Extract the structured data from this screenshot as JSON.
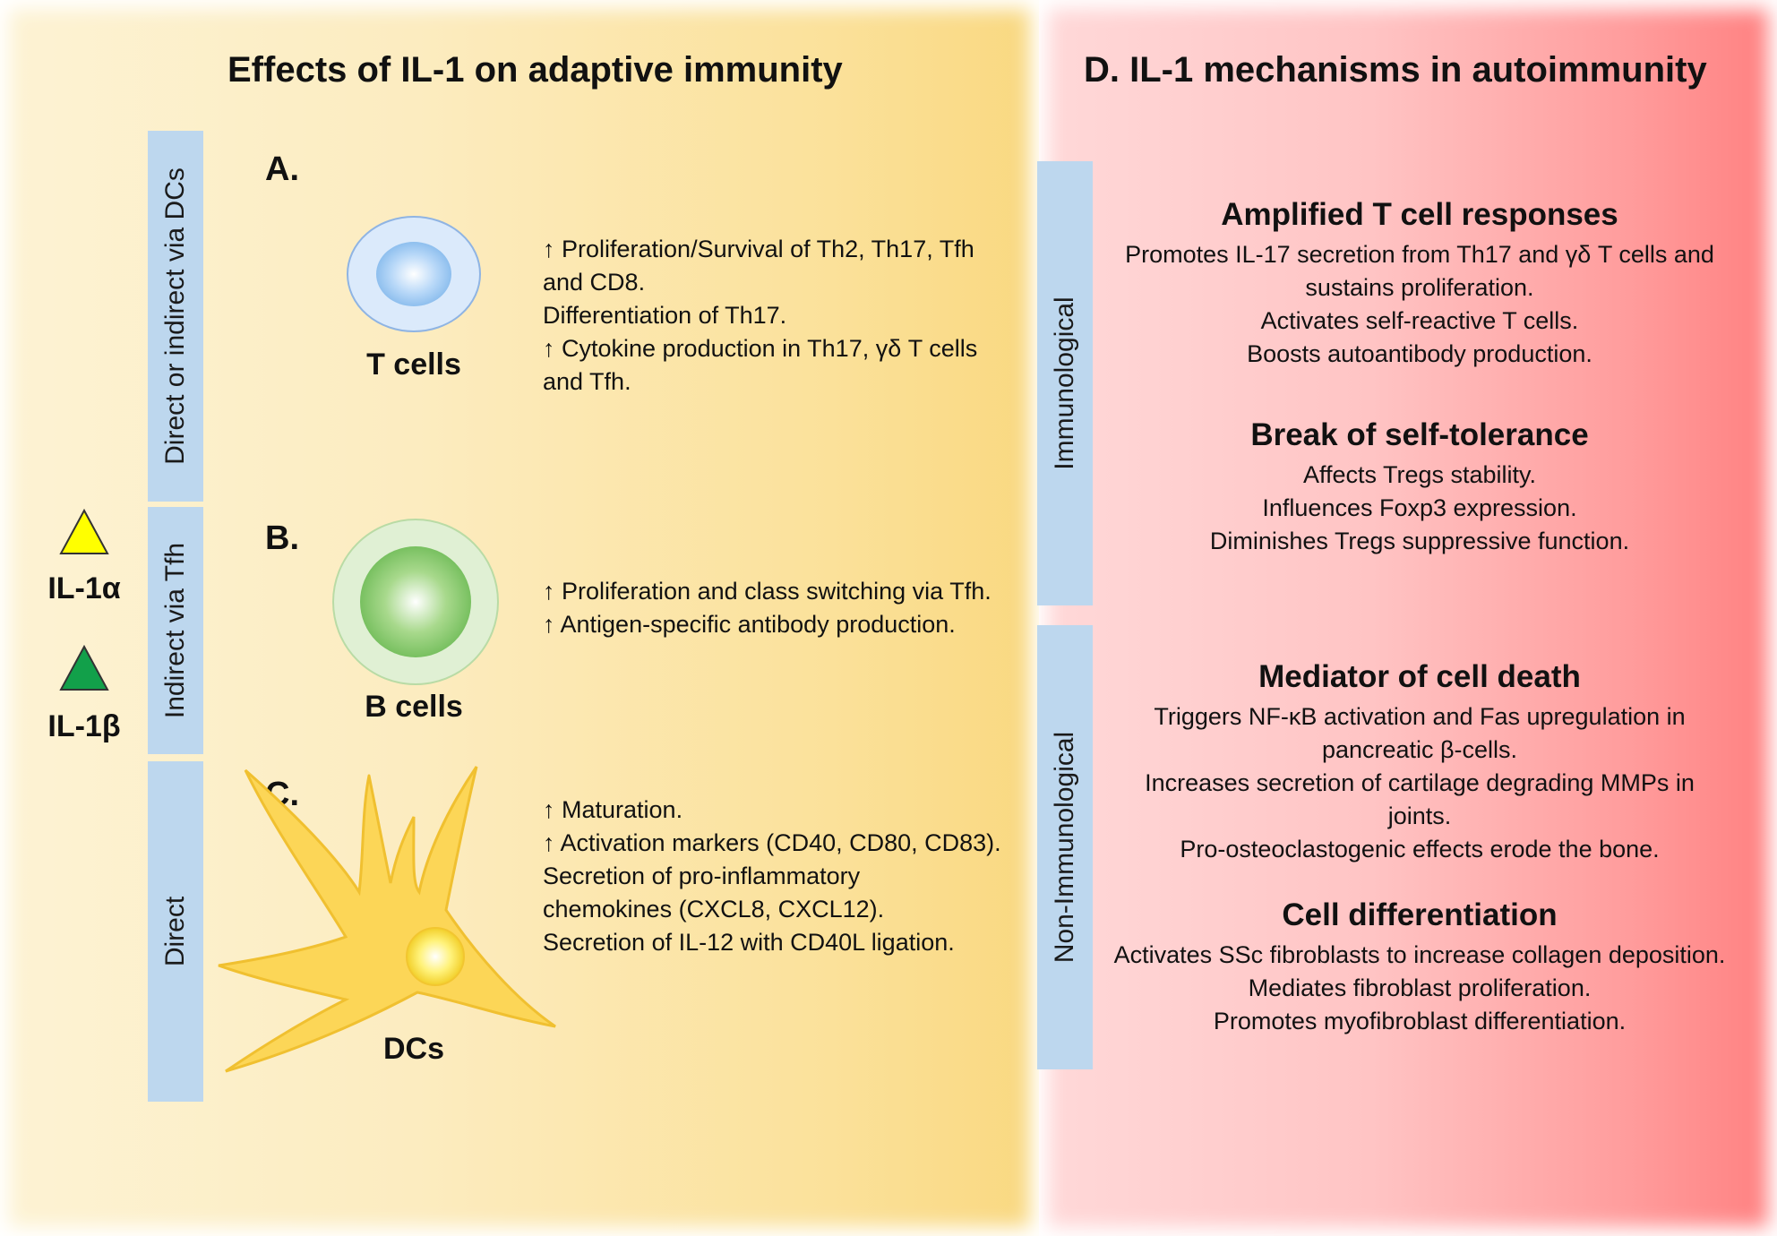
{
  "left_panel": {
    "title": "Effects of IL-1 on adaptive immunity",
    "bars": [
      {
        "label": "Direct or indirect via DCs"
      },
      {
        "label": "Indirect via Tfh"
      },
      {
        "label": "Direct"
      }
    ],
    "legend": [
      {
        "label": "IL-1α",
        "color": "#ffff00"
      },
      {
        "label": "IL-1β",
        "color": "#12a04a"
      }
    ],
    "sections": [
      {
        "letter": "A.",
        "cell": "T cells",
        "lines": [
          "↑ Proliferation/Survival of Th2, Th17, Tfh",
          "and CD8.",
          "Differentiation of Th17.",
          "↑ Cytokine production in Th17, γδ T cells",
          "and Tfh."
        ]
      },
      {
        "letter": "B.",
        "cell": "B cells",
        "lines": [
          "↑  Proliferation and class switching via Tfh.",
          "↑  Antigen-specific antibody production."
        ]
      },
      {
        "letter": "C.",
        "cell": "DCs",
        "lines": [
          "↑ Maturation.",
          "↑ Activation markers (CD40, CD80, CD83).",
          "Secretion of pro-inflammatory",
          "chemokines (CXCL8, CXCL12).",
          "Secretion of IL-12 with CD40L ligation."
        ]
      }
    ]
  },
  "right_panel": {
    "title": "D.   IL-1 mechanisms in autoimmunity",
    "bars": [
      {
        "label": "Immunological"
      },
      {
        "label": "Non-Immunological"
      }
    ],
    "mechanisms": [
      {
        "heading": "Amplified T cell responses",
        "lines": [
          "Promotes IL-17 secretion from Th17 and γδ T cells and",
          "sustains proliferation.",
          "Activates self-reactive T cells.",
          "Boosts autoantibody production."
        ]
      },
      {
        "heading": "Break of self-tolerance",
        "lines": [
          "Affects Tregs stability.",
          "Influences Foxp3 expression.",
          "Diminishes Tregs suppressive function."
        ]
      },
      {
        "heading": "Mediator of cell death",
        "lines": [
          "Triggers NF-κB activation and Fas upregulation in",
          "pancreatic β-cells.",
          "Increases secretion of cartilage degrading MMPs in",
          "joints.",
          "Pro-osteoclastogenic effects erode the bone."
        ]
      },
      {
        "heading": "Cell differentiation",
        "lines": [
          "Activates SSc fibroblasts to increase collagen deposition.",
          "Mediates fibroblast proliferation.",
          "Promotes myofibroblast differentiation."
        ]
      }
    ]
  }
}
